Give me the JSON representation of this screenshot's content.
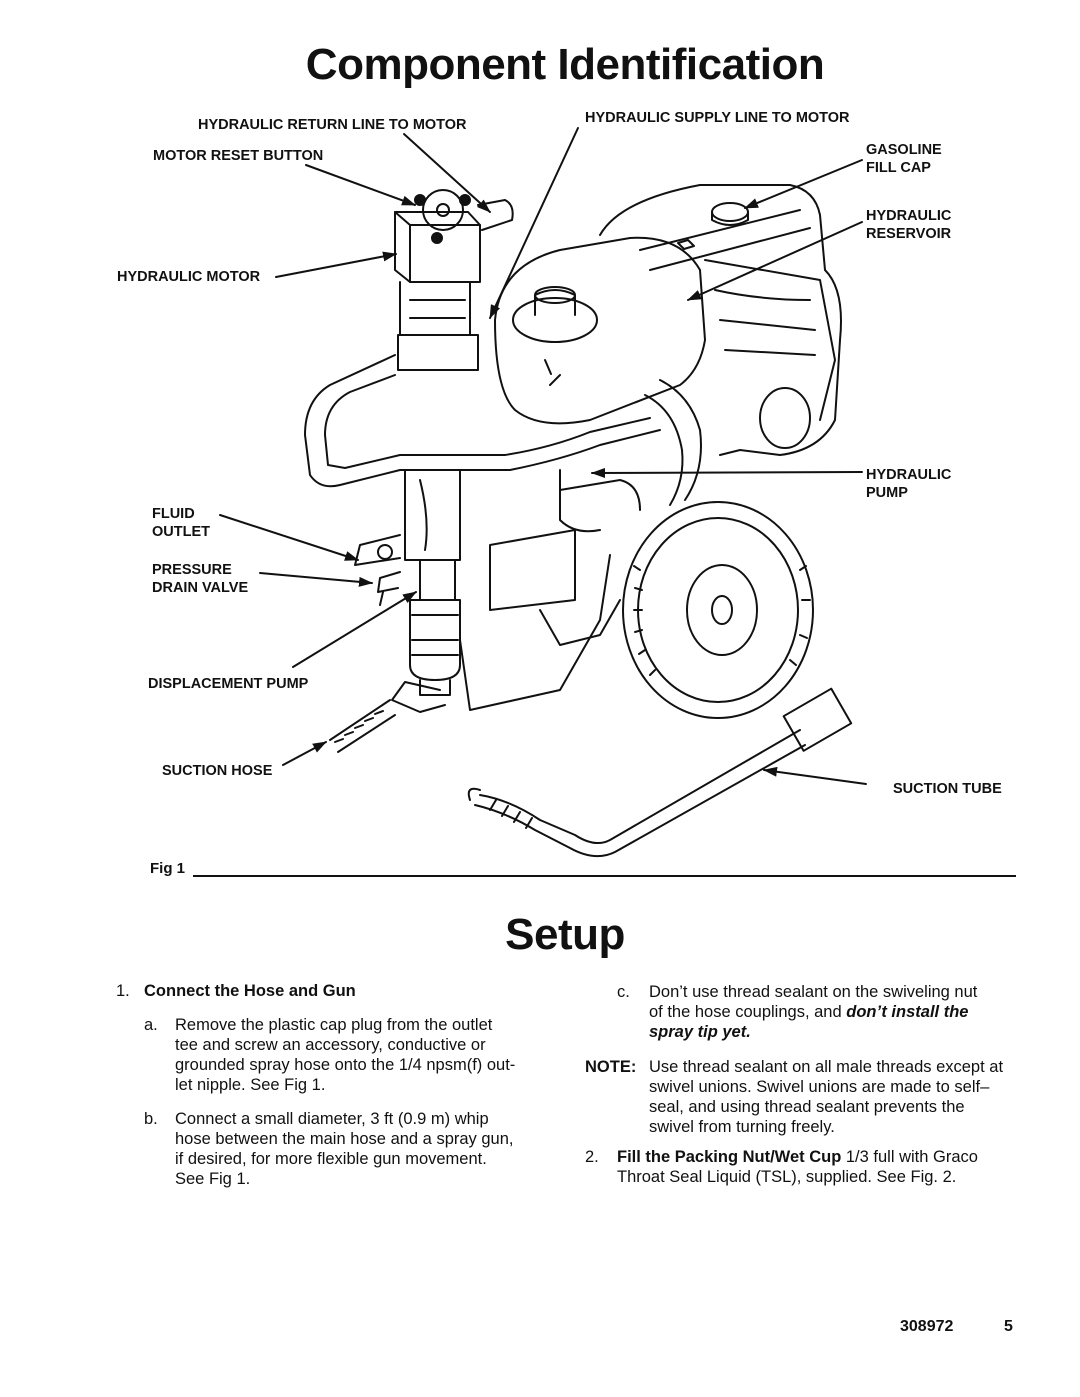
{
  "page": {
    "title": "Component Identification",
    "setup_heading": "Setup",
    "doc_number": "308972",
    "page_number": "5"
  },
  "figure": {
    "caption": "Fig 1",
    "callouts": {
      "hydraulic_return_line": "HYDRAULIC RETURN LINE TO MOTOR",
      "motor_reset_button": "MOTOR RESET BUTTON",
      "hydraulic_motor": "HYDRAULIC MOTOR",
      "fluid_outlet": [
        "FLUID",
        "OUTLET"
      ],
      "pressure_drain_valve": [
        "PRESSURE",
        "DRAIN VALVE"
      ],
      "displacement_pump": "DISPLACEMENT PUMP",
      "suction_hose": "SUCTION HOSE",
      "hydraulic_supply_line": "HYDRAULIC SUPPLY LINE TO MOTOR",
      "gasoline_fill_cap": [
        "GASOLINE",
        "FILL CAP"
      ],
      "hydraulic_reservoir": [
        "HYDRAULIC",
        "RESERVOIR"
      ],
      "hydraulic_pump": [
        "HYDRAULIC",
        "PUMP"
      ],
      "suction_tube": "SUCTION TUBE"
    }
  },
  "steps": {
    "step1": {
      "num": "1.",
      "title": "Connect the Hose and Gun",
      "a": {
        "label": "a.",
        "lines": [
          "Remove the plastic cap plug from the outlet",
          "tee and screw an accessory, conductive or",
          "grounded spray hose onto the 1/4 npsm(f) out-",
          "let nipple. See Fig 1."
        ]
      },
      "b": {
        "label": "b.",
        "lines": [
          "Connect a small diameter, 3 ft (0.9 m) whip",
          "hose between the main hose and a spray gun,",
          "if desired, for more flexible gun movement.",
          "See Fig 1."
        ]
      }
    },
    "c": {
      "label": "c.",
      "line1": "Don’t use thread sealant on the swiveling nut",
      "line2_plain": "of the hose couplings, and ",
      "line2_emph": "don’t install the",
      "line3_emph": "spray tip yet."
    },
    "note": {
      "label": "NOTE:",
      "lines": [
        "Use thread sealant on all male threads except at",
        "swivel unions. Swivel unions are made to self–",
        "seal, and using thread sealant prevents the",
        "swivel from turning freely."
      ]
    },
    "step2": {
      "num": "2.",
      "title": "Fill the Packing Nut/Wet Cup",
      "rest": " 1/3 full with Graco",
      "line2": "Throat Seal Liquid (TSL), supplied. See Fig. 2."
    }
  }
}
